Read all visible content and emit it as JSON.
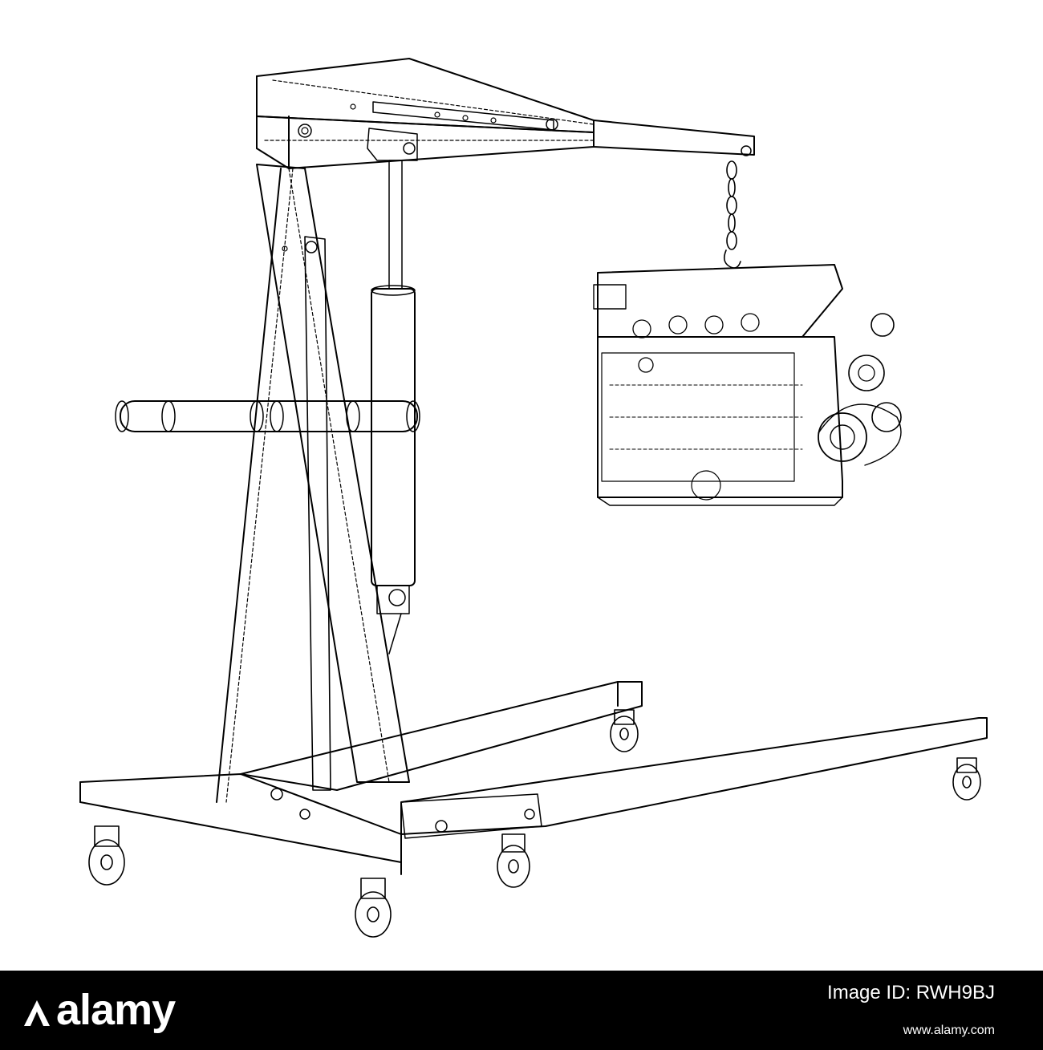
{
  "footer": {
    "brand": "alamy",
    "image_id_label": "Image ID: RWH9BJ",
    "site": "www.alamy.com"
  },
  "colors": {
    "background": "#ffffff",
    "line": "#000000",
    "footer_bg": "#000000",
    "footer_text": "#ffffff"
  }
}
